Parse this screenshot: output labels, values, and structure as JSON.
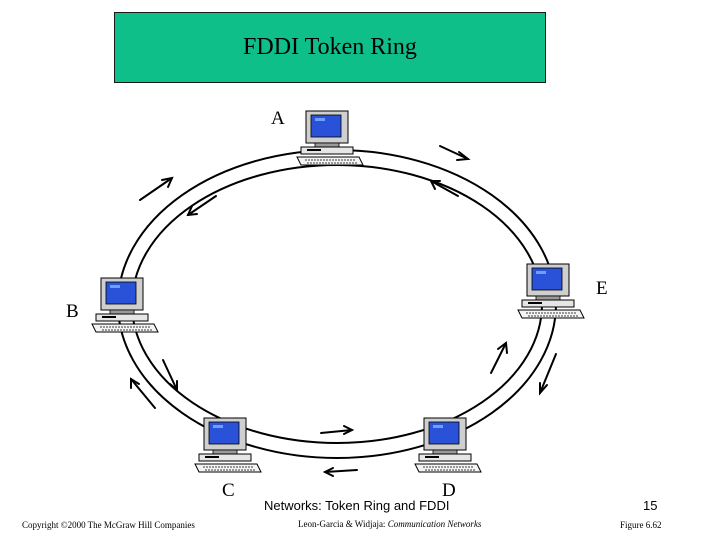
{
  "title": "FDDI Token Ring",
  "nodes": [
    {
      "id": "A",
      "label": "A"
    },
    {
      "id": "B",
      "label": "B"
    },
    {
      "id": "C",
      "label": "C"
    },
    {
      "id": "D",
      "label": "D"
    },
    {
      "id": "E",
      "label": "E"
    }
  ],
  "icons": {
    "station": "desktop-computer-icon",
    "direction": "arrow-icon"
  },
  "colors": {
    "title_bg": "#0fbf8a",
    "screen": "#2a52d8",
    "ring": "#000000"
  },
  "footer": {
    "course": "Networks: Token Ring and FDDI",
    "page": "15",
    "copyright": "Copyright ©2000 The McGraw Hill Companies",
    "authors": "Leon-Garcia & Widjaja: ",
    "book": "Communication Networks",
    "figure": "Figure 6.62"
  }
}
